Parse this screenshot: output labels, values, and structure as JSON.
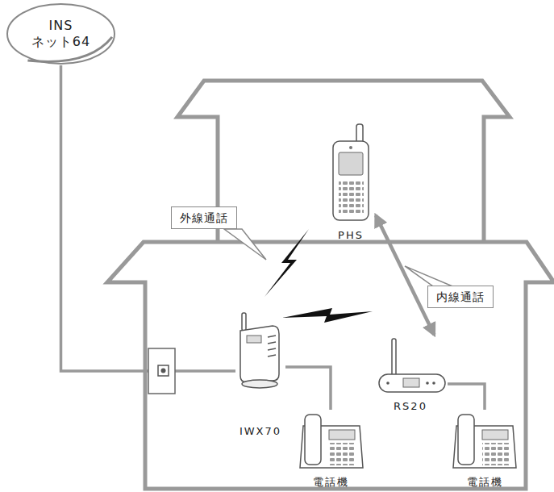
{
  "diagram": {
    "nodes": [
      {
        "text": [
          "INS ネット64"
        ]
      },
      {
        "text": [
          "外線通話"
        ]
      },
      {
        "text": [
          "PHS"
        ]
      },
      {
        "text": [
          "内線通話"
        ]
      },
      {
        "text": [
          "IWX70"
        ]
      },
      {
        "text": [
          "RS20"
        ]
      },
      {
        "text": [
          "電話機"
        ]
      },
      {
        "text": [
          "電話機"
        ]
      }
    ],
    "edges": [
      {
        "from": 0,
        "to": 4,
        "arrow": "none"
      },
      {
        "from": 4,
        "to": 6,
        "arrow": "none"
      },
      {
        "from": 5,
        "to": 7,
        "arrow": "none"
      },
      {
        "from": 2,
        "to": 5,
        "arrow": "both"
      }
    ]
  }
}
